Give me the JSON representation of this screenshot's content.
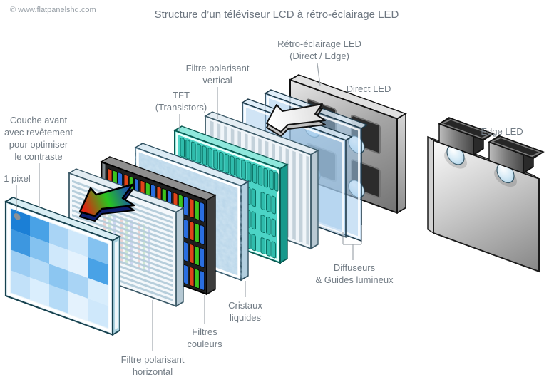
{
  "watermark": "© www.flatpanelshd.com",
  "title": "Structure d’un téléviseur LCD à rétro-éclairage LED",
  "labels": {
    "couche_avant": {
      "line1": "Couche avant",
      "line2": "avec revêtement",
      "line3": "pour optimiser",
      "line4": "le contraste"
    },
    "pixel": "1 pixel",
    "filtre_h": {
      "line1": "Filtre polarisant",
      "line2": "horizontal"
    },
    "filtres_couleurs": {
      "line1": "Filtres",
      "line2": "couleurs"
    },
    "cristaux": {
      "line1": "Cristaux",
      "line2": "liquides"
    },
    "tft": {
      "line1": "TFT",
      "line2": "(Transistors)"
    },
    "filtre_v": {
      "line1": "Filtre polarisant",
      "line2": "vertical"
    },
    "retro": {
      "line1": "Rétro-éclairage LED",
      "line2": "(Direct / Edge)"
    },
    "direct_led": "Direct LED",
    "edge_led": "Edge LED",
    "diffuseurs": {
      "line1": "Diffuseurs",
      "line2": "& Guides lumineux"
    }
  },
  "colors": {
    "label_text": "#717b84",
    "title_text": "#6d7680",
    "pixel_blue_dark": "#1b7fd6",
    "tft_teal": "#4cd4c6",
    "filter_red": "#e0441a",
    "filter_green": "#3cc41e",
    "filter_blue": "#2a6ee0",
    "glass_blue": "#a5cbeb",
    "connector_gray": "#a0a7ad"
  }
}
